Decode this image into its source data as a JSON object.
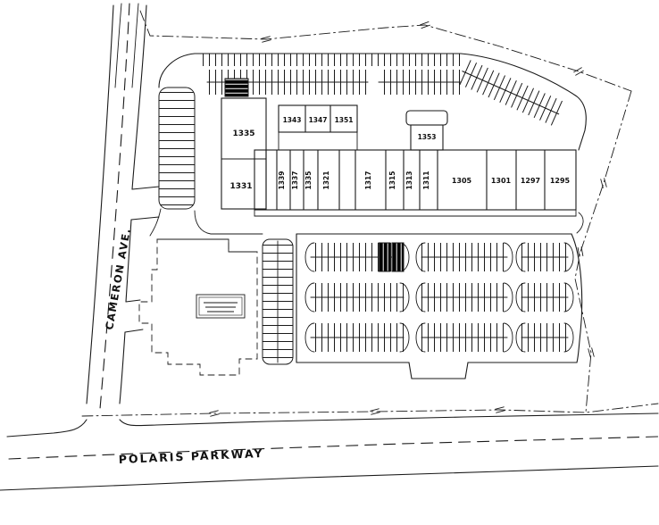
{
  "streets": {
    "cameron": "CAMERON AVE.",
    "polaris": "POLARIS PARKWAY"
  },
  "units": {
    "left_upper": "1335",
    "left_lower": "1331",
    "upper_row": [
      "1343",
      "1347",
      "1351"
    ],
    "tower": "1353",
    "rotated": [
      "1339",
      "1337",
      "1335",
      "1321",
      "1317",
      "1315",
      "1313",
      "1311"
    ],
    "east": [
      "1305",
      "1301",
      "1297",
      "1295"
    ]
  }
}
